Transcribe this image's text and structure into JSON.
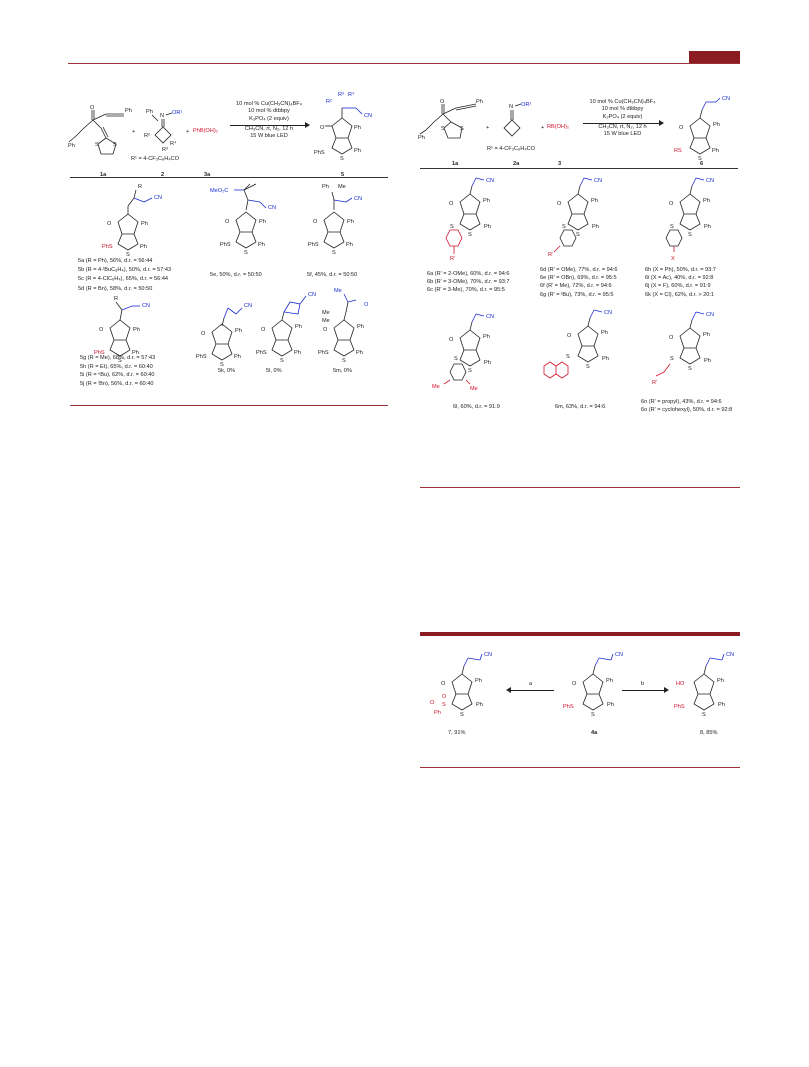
{
  "colors": {
    "header_bar": "#8a1c22",
    "rule": "#9a3238",
    "highlight_red": "#d0102a",
    "highlight_blue": "#1a2ad8"
  },
  "scheme1": {
    "labels": {
      "s1a": "1a",
      "s2": "2",
      "s3a": "3a",
      "p5": "5"
    },
    "r1_note": "R¹ = 4-CF₃C₆H₄CO",
    "reagent_plus_1": "+",
    "reagent_plus_2": "+",
    "reagent_3": "PhB(OH)₂",
    "conditions": [
      "10 mol % Cu(CH₃CN)₄BF₄",
      "10 mol % dtbbpy",
      "K₃PO₄ (2 equiv)",
      "CH₃CN, rt, N₂, 12 h",
      "15 W blue LED"
    ],
    "oxime": "N–OR¹",
    "r2": "R²",
    "r3": "R³",
    "r4": "R⁴",
    "ph_labels": [
      "Ph",
      "Ph",
      "Ph",
      "Ph"
    ],
    "results_5a_5d": [
      "5a (R = Ph), 56%, d.r. = 56:44",
      "5b (R = 4-ᵗBuC₆H₄), 50%, d.r. = 57:43",
      "5c (R = 4-ClC₆H₄), 65%, d.r. = 56:44",
      "5d (R = Bn), 58%, d.r. = 50:50"
    ],
    "result_5e": "5e, 50%, d.r. = 50:50",
    "result_5f": "5f, 45%, d.r. = 50:50",
    "results_5g_5j": [
      "5g (R = Me), 68%, d.r. = 57:43",
      "5h (R = Et), 65%, d.r. = 60:40",
      "5i (R = ⁿBu), 62%, d.r. = 60:40",
      "5j (R = ⁱBn), 56%, d.r. = 60:40"
    ],
    "result_5k": "5k, 0%",
    "result_5l": "5l, 0%",
    "result_5m": "5m, 0%",
    "meo2c": "MeO₂C"
  },
  "scheme2": {
    "labels": {
      "s1a": "1a",
      "s2a": "2a",
      "s3": "3",
      "p6": "6"
    },
    "r1_note": "R¹ = 4-CF₃C₆H₄CO",
    "reagent_3": "RB(OH)₂",
    "conditions": [
      "10 mol % Cu(CH₃CN)₄BF₄",
      "10 mol % dtbbpy",
      "K₃PO₄ (2 equiv)",
      "CH₃CN, rt, N₂, 12 h",
      "15 W blue LED"
    ],
    "results_6a_6c": [
      "6a (R′ = 2-OMe), 60%, d.r. = 94:6",
      "6b (R′ = 3-OMe), 70%, d.r. = 93:7",
      "6c (R′ = 3-Me), 70%, d.r. = 95:5"
    ],
    "results_6d_6g": [
      "6d (R′ = OMe), 77%, d.r. = 94:6",
      "6e (R′ = OBn), 69%, d.r. = 95:5",
      "6f (R′ = Me), 72%, d.r. = 94:6",
      "6g (R′ = ᵗBu), 73%, d.r. = 95:5"
    ],
    "results_6h_6k": [
      "6h (X = Ph), 50%, d.r. = 93:7",
      "6i (X = Ac), 40%, d.r. = 92:8",
      "6j (X = F), 60%, d.r. = 91:9",
      "6k (X = Cl), 62%, d.r. > 20:1"
    ],
    "result_6l": "6l, 60%, d.r. = 91:9",
    "result_6m": "6m, 63%, d.r. = 94:6",
    "results_6n_6o": [
      "6n (R′ = propyl), 43%, d.r. = 94:6",
      "6o (R′ = cyclohexyl), 50%, d.r. = 92:8"
    ]
  },
  "scheme3": {
    "arrow_a": "a",
    "arrow_b": "b",
    "result_7": "7, 91%",
    "label_4a": "4a",
    "result_8": "8, 85%",
    "ho": "HO",
    "sulfonyl": "O=S=O",
    "phs": "PhS"
  }
}
